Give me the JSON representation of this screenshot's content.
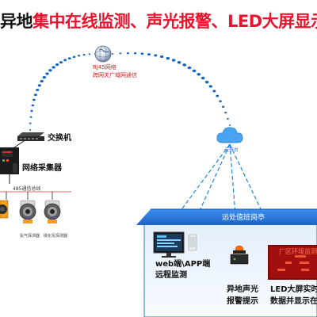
{
  "title": {
    "prefix": "异地",
    "main": "集中在线监测、声光报警、LED大屏显示"
  },
  "internet": {
    "label_line1": "RJ45网络",
    "label_line2": "跨网关广域网通信"
  },
  "cloud": {
    "label": "云平台"
  },
  "switch": {
    "label": "交换机"
  },
  "collector": {
    "label": "网络采集器"
  },
  "bus": {
    "label": "485通信总线"
  },
  "detectors": [
    {
      "label": ""
    },
    {
      "label": "氨气探测器"
    },
    {
      "label": "硫化氢探测器"
    }
  ],
  "duty_room": {
    "label": "远处值班岗亭"
  },
  "endpoints": {
    "web_line1": "web端\\APP端",
    "web_line2": "远程监测",
    "alarm_line1": "异地声光",
    "alarm_line2": "报警提示",
    "led_line1": "LED大屏实时数",
    "led_line2": "数据并显示在",
    "led_screen_text": "厂区环境监测"
  },
  "colors": {
    "title_red": "#e8142d",
    "dot_blue": "#1565c0",
    "line_blue": "#1e88e5",
    "label_red": "#d92020",
    "room_blue": "#2979d8"
  }
}
